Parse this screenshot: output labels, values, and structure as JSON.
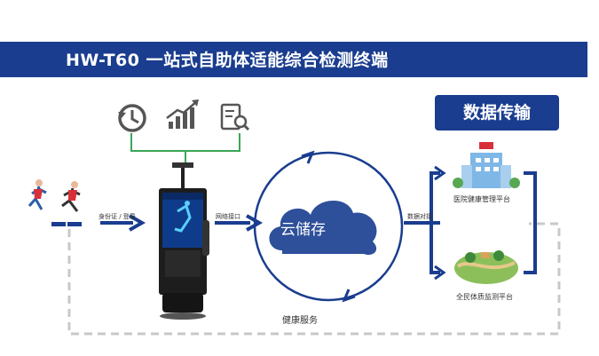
{
  "banner": {
    "title": "HW-T60 一站式自助体适能综合检测终端"
  },
  "badge": {
    "label": "数据传输"
  },
  "labels": {
    "login": "身份证 / 登录",
    "network_port": "网络接口",
    "cloud": "云储存",
    "data_sync": "数据对接",
    "hospital_platform": "医院健康管理平台",
    "national_platform": "全民体质监测平台",
    "health_service": "健康服务"
  },
  "icons": [
    "history-icon",
    "trend-chart-icon",
    "report-search-icon"
  ],
  "colors": {
    "navy": "#1a3d8f",
    "green": "#3aa657",
    "gray_dash": "#c8c8c8"
  }
}
